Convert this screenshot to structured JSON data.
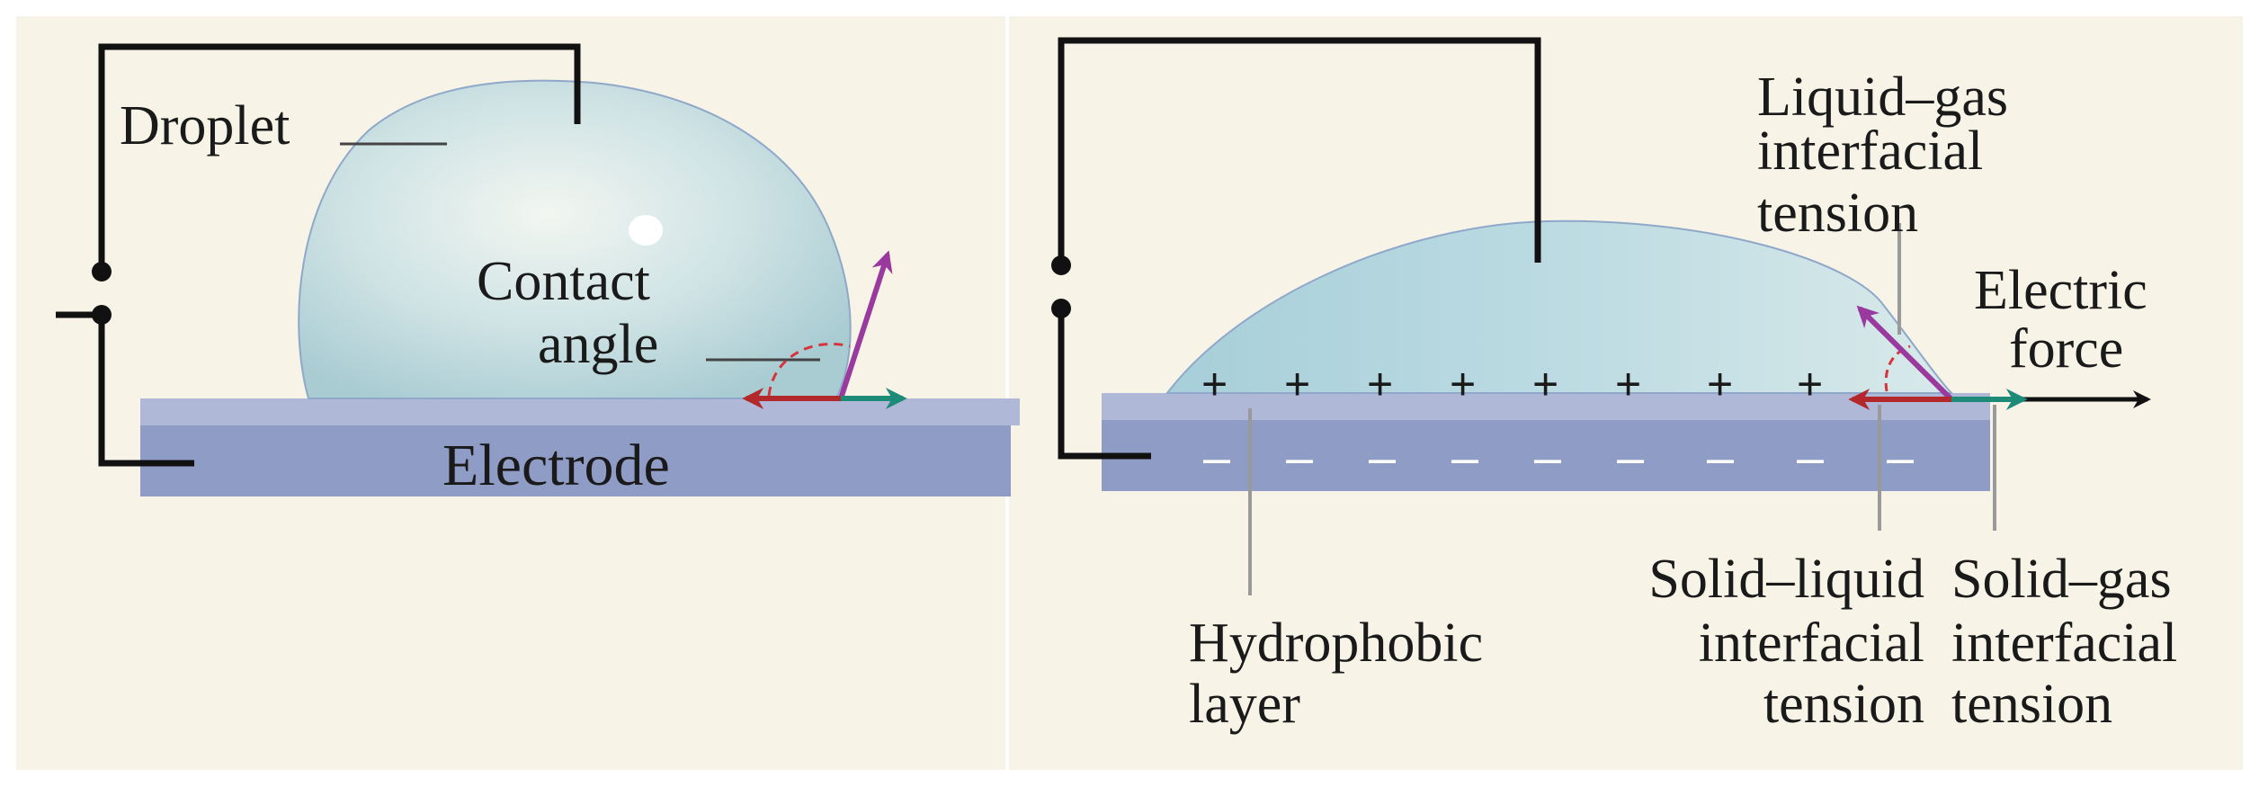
{
  "left_panel": {
    "droplet_label": "Droplet",
    "contact_angle_line1": "Contact",
    "contact_angle_line2": "angle",
    "electrode_label": "Electrode"
  },
  "right_panel": {
    "liquid_gas_line1": "Liquid–gas",
    "liquid_gas_line2": "interfacial",
    "liquid_gas_line3": "tension",
    "electric_force_line1": "Electric",
    "electric_force_line2": "force",
    "hydrophobic_line1": "Hydrophobic",
    "hydrophobic_line2": "layer",
    "solid_liquid_line1": "Solid–liquid",
    "solid_liquid_line2": "interfacial",
    "solid_liquid_line3": "tension",
    "solid_gas_line1": "Solid–gas",
    "solid_gas_line2": "interfacial",
    "solid_gas_line3": "tension",
    "plus_sign": "+",
    "minus_sign": "–"
  },
  "colors": {
    "background": "#f7f3e6",
    "electrode": "#8e9cc6",
    "hydrophobic_layer": "#b0b8d8",
    "droplet": "#c3dfe2",
    "liquid_gas_arrow": "#9a3a9e",
    "solid_liquid_arrow": "#b3282b",
    "solid_gas_arrow": "#1e8a78",
    "angle_arc": "#d6333a"
  }
}
